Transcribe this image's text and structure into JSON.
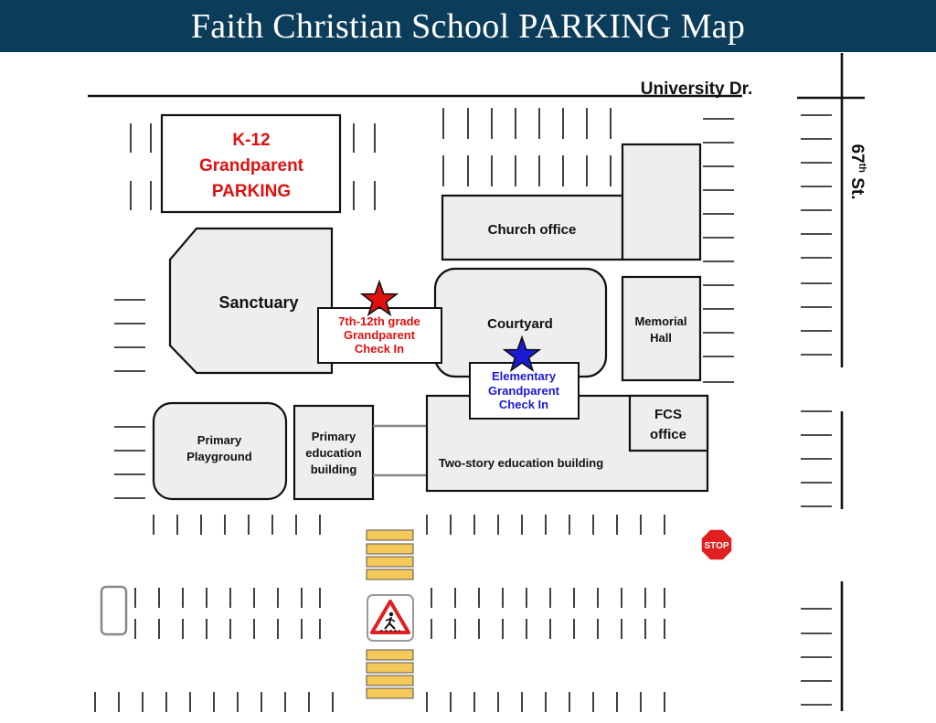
{
  "title": "Faith Christian School PARKING Map",
  "streets": {
    "university": "University Dr.",
    "st67_main": "67",
    "st67_sup": "th",
    "st67_suffix": " St."
  },
  "grandparent_parking": {
    "line1": "K-12",
    "line2": "Grandparent",
    "line3": "PARKING",
    "color": "#e01010"
  },
  "buildings": {
    "sanctuary": "Sanctuary",
    "church_office": "Church office",
    "courtyard": "Courtyard",
    "memorial_line1": "Memorial",
    "memorial_line2": "Hall",
    "primary_playground_line1": "Primary",
    "primary_playground_line2": "Playground",
    "primary_edu_line1": "Primary",
    "primary_edu_line2": "education",
    "primary_edu_line3": "building",
    "two_story": "Two-story education building",
    "fcs_line1": "FCS",
    "fcs_line2": "office"
  },
  "checkins": {
    "upper": {
      "line1": "7th-12th grade",
      "line2": "Grandparent",
      "line3": "Check In",
      "color": "#e01010",
      "star_icon": "red-star-icon"
    },
    "elementary": {
      "line1": "Elementary",
      "line2": "Grandparent",
      "line3": "Check In",
      "color": "#1a1ad6",
      "star_icon": "blue-star-icon"
    }
  },
  "stop_sign": "STOP",
  "icons": {
    "crosswalk_sign": "pedestrian-crossing-icon",
    "crosswalk_stripes": "crosswalk-stripes",
    "stop": "stop-sign-icon"
  },
  "colors": {
    "header": "#0b3d5b",
    "building_fill": "#eeeeee",
    "crosswalk": "#f5c85a",
    "stop": "#e02020"
  }
}
